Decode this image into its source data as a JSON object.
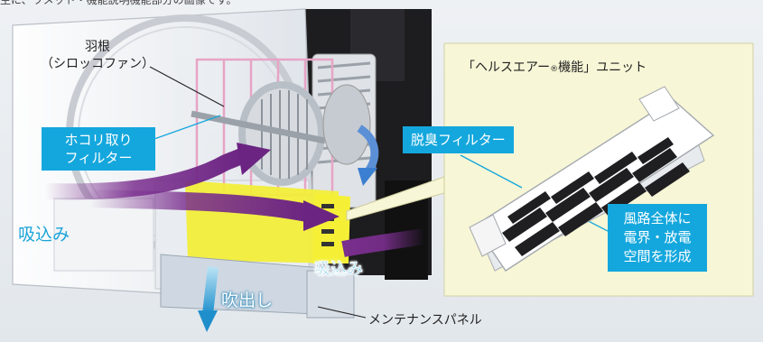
{
  "header_fragment": "主に、ワメット・機能説明機能部分の画像です。",
  "labels": {
    "blade_line1": "羽根",
    "blade_line2": "（シロッコファン）",
    "dust_filter_line1": "ホコリ取り",
    "dust_filter_line2": "フィルター",
    "unit_title_pre": "「ヘルスエアー",
    "unit_title_reg": "®",
    "unit_title_post": "機能」ユニット",
    "deodor_filter": "脱臭フィルター",
    "air_path_line1": "風路全体に",
    "air_path_line2": "電界・放電",
    "air_path_line3": "空間を形成",
    "intake_left": "吸込み",
    "intake_center": "吸込み",
    "outlet": "吹出し",
    "maintenance_panel": "メンテナンスパネル"
  },
  "colors": {
    "accent_cyan": "#14a7dd",
    "arrow_purple": "#7a2e8e",
    "filter_yellow": "#f2ee3a",
    "callout_bg": "#f7f6d6",
    "arrow_blue": "#3aa6d8"
  }
}
